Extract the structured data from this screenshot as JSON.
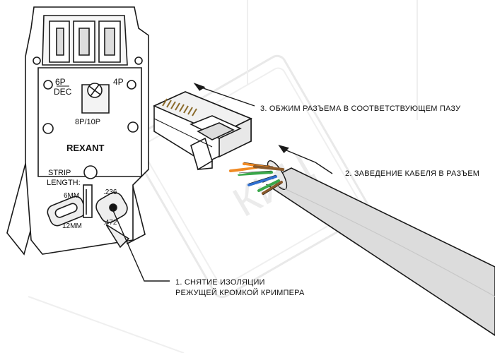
{
  "tool": {
    "brand": "REXANT",
    "label_6p": "6P",
    "label_dec": "DEC",
    "label_4p": "4P",
    "label_8p10p": "8P/10P",
    "strip_label_1": "STRIP",
    "strip_label_2": "LENGTH:",
    "label_6mm": "6MM",
    "label_12mm": "12MM",
    "label_236": ".236",
    "label_472": ".472"
  },
  "callouts": {
    "step1_line1": "1. СНЯТИЕ ИЗОЛЯЦИИ",
    "step1_line2": "РЕЖУЩЕЙ КРОМКОЙ КРИМПЕРА",
    "step2": "2. ЗАВЕДЕНИЕ КАБЕЛЯ В РАЗЪЕМ",
    "step3": "3. ОБЖИМ РАЗЪЕМА В СООТВЕТСТВУЮЩЕМ ПАЗУ"
  },
  "watermark": "КИЦ",
  "colors": {
    "wire_orange": "#f08a24",
    "wire_green": "#3aa84a",
    "wire_blue": "#2f6fd0",
    "wire_brown": "#8a5a2b",
    "watermark": "#e7e7e7",
    "cable_fill": "#dcdcdc",
    "outline": "#1a1a1a"
  }
}
